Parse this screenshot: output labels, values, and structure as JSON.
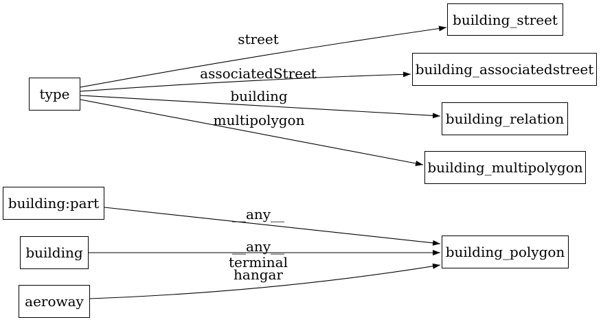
{
  "diagram": {
    "type": "directed-graph",
    "colors": {
      "background": "#ffffff",
      "node_fill": "#ffffff",
      "node_border": "#000000",
      "edge_stroke": "#000000",
      "text": "#000000"
    },
    "nodes": [
      {
        "id": "type",
        "label": "type"
      },
      {
        "id": "building_street",
        "label": "building_street"
      },
      {
        "id": "building_associatedstreet",
        "label": "building_associatedstreet"
      },
      {
        "id": "building_relation",
        "label": "building_relation"
      },
      {
        "id": "building_multipolygon",
        "label": "building_multipolygon"
      },
      {
        "id": "building:part",
        "label": "building:part"
      },
      {
        "id": "building",
        "label": "building"
      },
      {
        "id": "aeroway",
        "label": "aeroway"
      },
      {
        "id": "building_polygon",
        "label": "building_polygon"
      }
    ],
    "edges": [
      {
        "from": "type",
        "to": "building_street",
        "label": "street"
      },
      {
        "from": "type",
        "to": "building_associatedstreet",
        "label": "associatedStreet"
      },
      {
        "from": "type",
        "to": "building_relation",
        "label": "building"
      },
      {
        "from": "type",
        "to": "building_multipolygon",
        "label": "multipolygon"
      },
      {
        "from": "building:part",
        "to": "building_polygon",
        "label": "__any__"
      },
      {
        "from": "building",
        "to": "building_polygon",
        "label": "__any__"
      },
      {
        "from": "aeroway",
        "to": "building_polygon",
        "label_lines": [
          "terminal",
          "hangar"
        ]
      }
    ]
  }
}
